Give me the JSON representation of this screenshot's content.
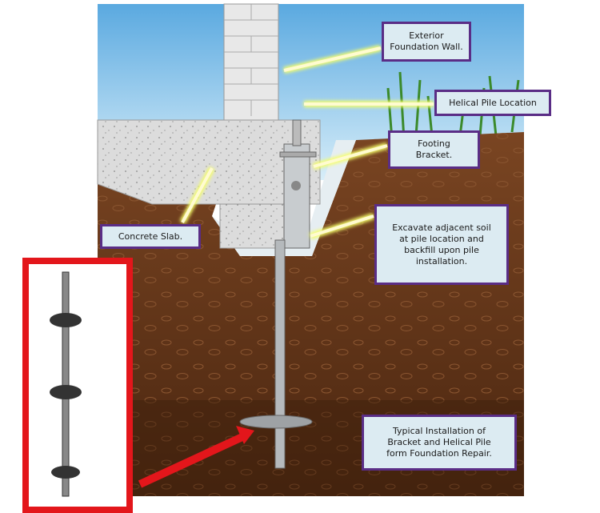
{
  "labels": {
    "exterior_wall": "Exterior\nFoundation Wall.",
    "helical_pile_location": "Helical Pile Location",
    "footing_bracket": "Footing\nBracket.",
    "concrete_slab": "Concrete Slab.",
    "excavate": "Excavate adjacent soil\nat pile location and\nbackfill upon pile\ninstallation.",
    "typical_installation": "Typical Installation of\nBracket and Helical Pile\nform Foundation Repair."
  },
  "colors": {
    "label_border": "#5a2d86",
    "label_fill": "#dcebf2",
    "soil": "#6b3a1c",
    "sky": "#6fb7e6",
    "highlight_frame": "#e3161b",
    "arrow": "#fffbd0"
  }
}
